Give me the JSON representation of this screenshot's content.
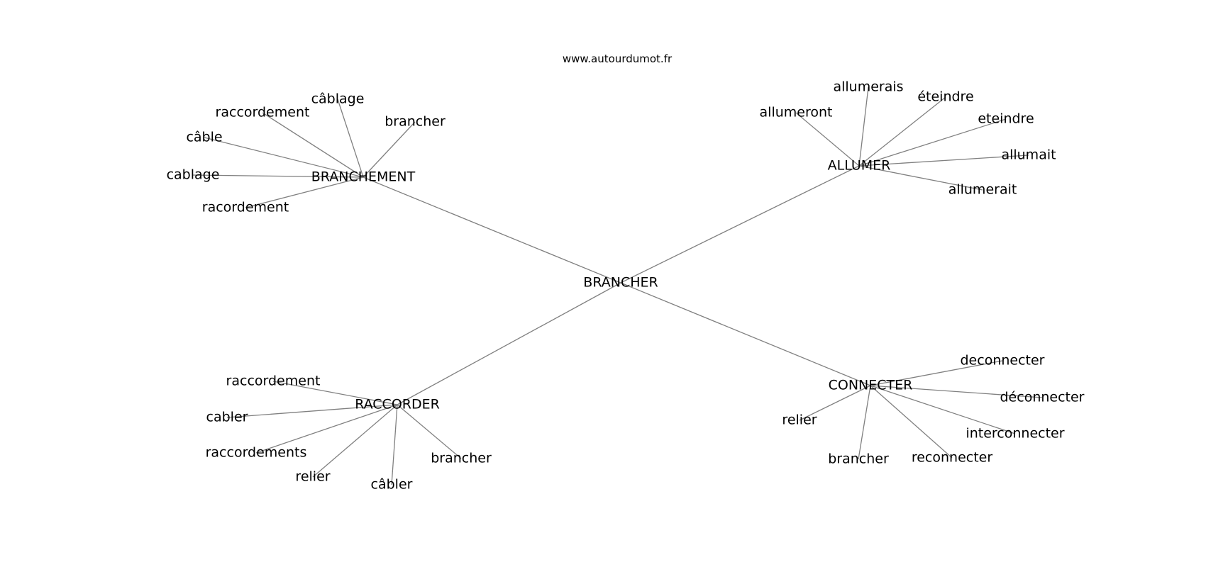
{
  "source": "www.autourdumot.fr",
  "graph": {
    "center": "BRANCHER",
    "clusters": [
      {
        "hub": "BRANCHEMENT",
        "leaves": [
          "câblage",
          "raccordement",
          "brancher",
          "câble",
          "cablage",
          "racordement"
        ]
      },
      {
        "hub": "ALLUMER",
        "leaves": [
          "allumerais",
          "éteindre",
          "allumeront",
          "eteindre",
          "allumait",
          "allumerait"
        ]
      },
      {
        "hub": "RACCORDER",
        "leaves": [
          "raccordement",
          "cabler",
          "raccordements",
          "relier",
          "câbler",
          "brancher"
        ]
      },
      {
        "hub": "CONNECTER",
        "leaves": [
          "deconnecter",
          "déconnecter",
          "relier",
          "interconnecter",
          "brancher",
          "reconnecter"
        ]
      }
    ]
  },
  "colors": {
    "edge": "#808080",
    "text": "#000000",
    "background": "#ffffff"
  }
}
